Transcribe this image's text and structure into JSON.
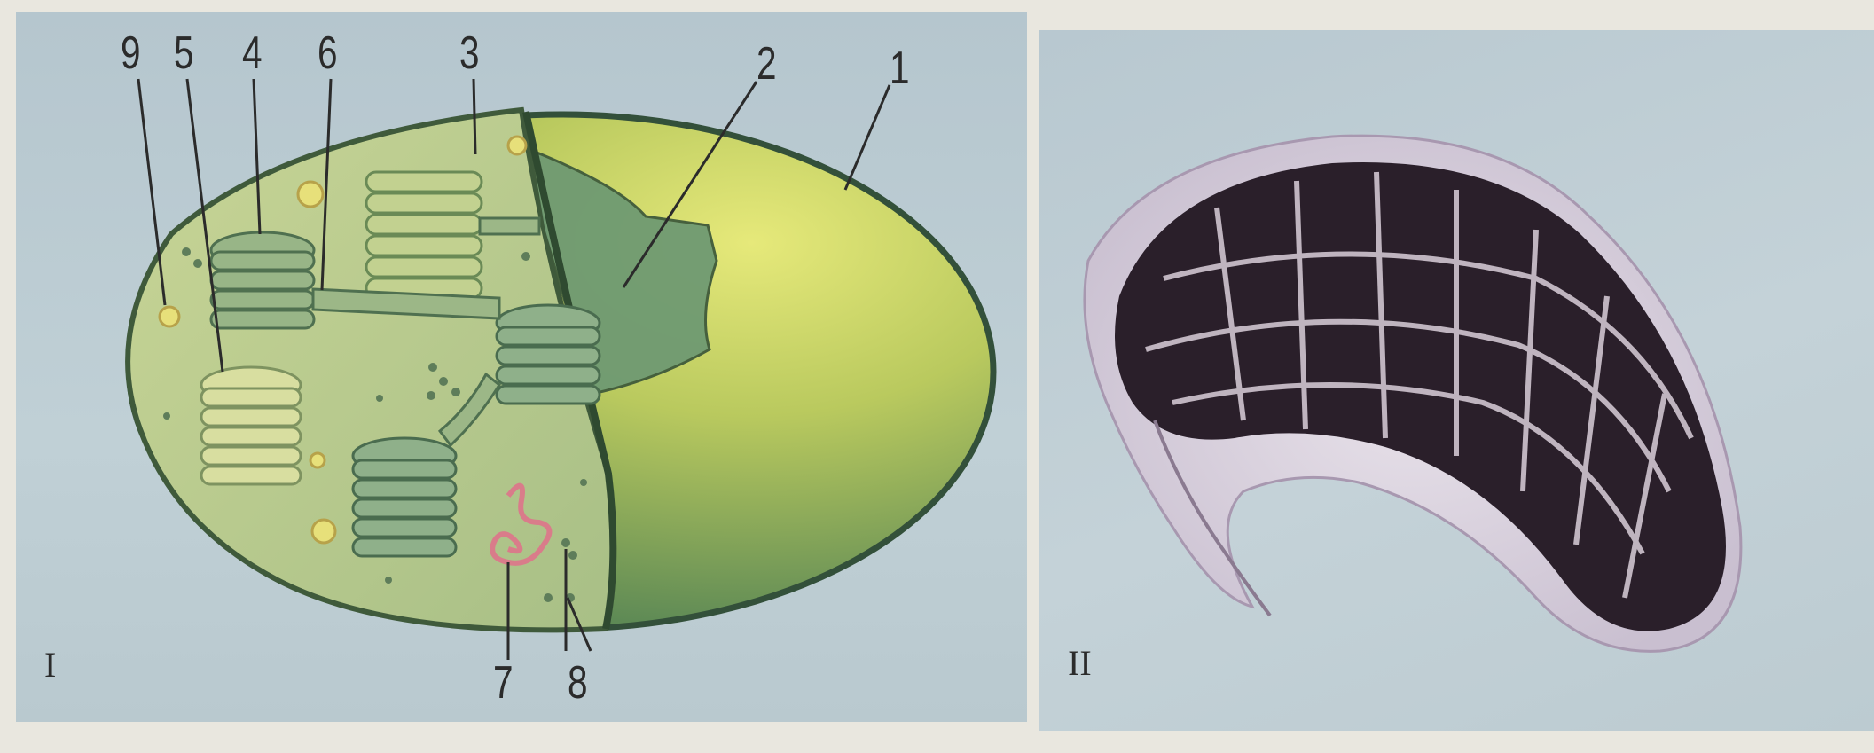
{
  "figure": {
    "panel_left": {
      "label": "I",
      "callouts": [
        "9",
        "5",
        "4",
        "6",
        "3",
        "2",
        "1",
        "7",
        "8"
      ]
    },
    "panel_right": {
      "label": "II"
    }
  },
  "colors": {
    "membrane": "#3f5a3b",
    "stroma": "#b8cf88",
    "grana": "#a9c07c",
    "lumen": "#6f9a72",
    "outer_surface": "#c9d763",
    "lipid_droplet": "#e7e07a",
    "dna": "#d97c8a",
    "cell_dark": "#2a1f2a"
  }
}
